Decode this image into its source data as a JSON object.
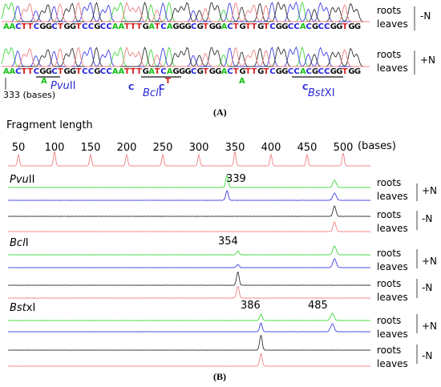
{
  "colors": {
    "green": "#16c116",
    "red": "#d62020",
    "blue": "#2222dd",
    "black": "#111111",
    "trace_red": "#f08080",
    "trace_green": "#40d840",
    "trace_blue": "#4040e8",
    "trace_black": "#303030"
  },
  "panelA": {
    "caption": "(A)",
    "top_sequence": "AACTTCGGCTGGTCCGCCAATTTGATCAGGGCGTGGACTGTTGTCGGCCACGCCGGTGG",
    "bottom_sequence": "AACTTCGGCTGGTCCGCCAATTTGATCAGGGCGTGGACTGTTGTCGGCCACGCCGGTGG",
    "top_labels": {
      "roots": "roots",
      "leaves": "leaves",
      "treatment": "-N"
    },
    "bottom_labels": {
      "roots": "roots",
      "leaves": "leaves",
      "treatment": "+N"
    },
    "base_position": "333 (bases)",
    "enzymes": [
      {
        "name_prefix": "Pvu",
        "name_suffix": "II"
      },
      {
        "name_prefix": "Bcl",
        "name_suffix": "I"
      },
      {
        "name_prefix": "Bst",
        "name_suffix": "XI"
      }
    ],
    "mutations": [
      {
        "base": "A",
        "color": "green"
      },
      {
        "base": "C",
        "color": "blue"
      },
      {
        "base": "C",
        "color": "blue"
      },
      {
        "base": "T",
        "color": "red"
      },
      {
        "base": "A",
        "color": "green"
      },
      {
        "base": "C",
        "color": "blue"
      }
    ]
  },
  "panelB": {
    "caption": "(B)",
    "title": "Fragment length",
    "ladder_unit": "(bases)",
    "ladder": [
      50,
      100,
      150,
      200,
      250,
      300,
      350,
      400,
      450,
      500
    ],
    "groups": [
      {
        "enzyme_prefix": "Pvu",
        "enzyme_suffix": "II",
        "peak_labels": [
          "339"
        ],
        "labels": {
          "roots1": "roots",
          "leaves1": "leaves",
          "treatA": "+N",
          "roots2": "roots",
          "leaves2": "leaves",
          "treatB": "-N"
        }
      },
      {
        "enzyme_prefix": "Bcl",
        "enzyme_suffix": "I",
        "peak_labels": [
          "354"
        ],
        "labels": {
          "roots1": "roots",
          "leaves1": "leaves",
          "treatA": "+N",
          "roots2": "roots",
          "leaves2": "leaves",
          "treatB": "-N"
        }
      },
      {
        "enzyme_prefix": "Bst",
        "enzyme_suffix": "xI",
        "peak_labels": [
          "386",
          "485"
        ],
        "labels": {
          "roots1": "roots",
          "leaves1": "leaves",
          "treatA": "+N",
          "roots2": "roots",
          "leaves2": "leaves",
          "treatB": "-N"
        }
      }
    ]
  }
}
